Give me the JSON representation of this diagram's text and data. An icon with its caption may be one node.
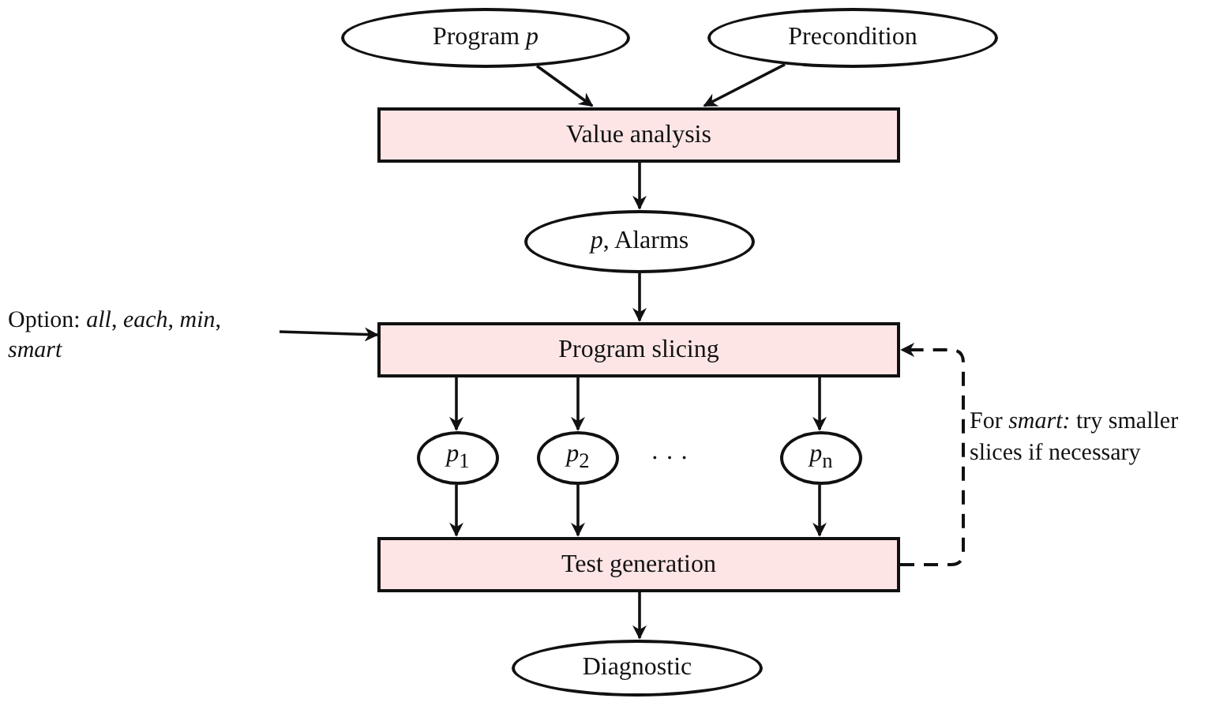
{
  "diagram": {
    "nodes": [
      {
        "text": [
          "Program *p*"
        ]
      },
      {
        "text": [
          "Precondition"
        ]
      },
      {
        "text": [
          "Value analysis"
        ]
      },
      {
        "text": [
          "*p*, Alarms"
        ]
      },
      {
        "text": [
          "Option: *all*, *each*, *min*, *smart*"
        ]
      },
      {
        "text": [
          "Program slicing"
        ]
      },
      {
        "text": [
          "*p*$_{1}$"
        ]
      },
      {
        "text": [
          "*p*$_{2}$"
        ]
      },
      {
        "text": [
          "*p*$_{n}$"
        ]
      },
      {
        "text": [
          "Test generation"
        ]
      },
      {
        "text": [
          "Diagnostic"
        ]
      }
    ],
    "edges": [
      {
        "from": 0,
        "to": 2,
        "arrow": "to"
      },
      {
        "from": 1,
        "to": 2,
        "arrow": "to"
      },
      {
        "from": 2,
        "to": 3,
        "arrow": "to"
      },
      {
        "from": 3,
        "to": 5,
        "arrow": "to"
      },
      {
        "from": 4,
        "to": 5,
        "arrow": "to"
      },
      {
        "from": 5,
        "to": 6,
        "arrow": "to"
      },
      {
        "from": 5,
        "to": 7,
        "arrow": "to"
      },
      {
        "from": 5,
        "to": 8,
        "arrow": "to"
      },
      {
        "from": 6,
        "to": 9,
        "arrow": "to"
      },
      {
        "from": 7,
        "to": 9,
        "arrow": "to"
      },
      {
        "from": 8,
        "to": 9,
        "arrow": "to"
      },
      {
        "from": 9,
        "to": 10,
        "arrow": "to"
      },
      {
        "from": 9,
        "to": 5,
        "arrow": "to",
        "style": "dashed",
        "label": "For *smart:* try smaller slices if necessary"
      }
    ],
    "labels": [
      "· · ·"
    ]
  }
}
